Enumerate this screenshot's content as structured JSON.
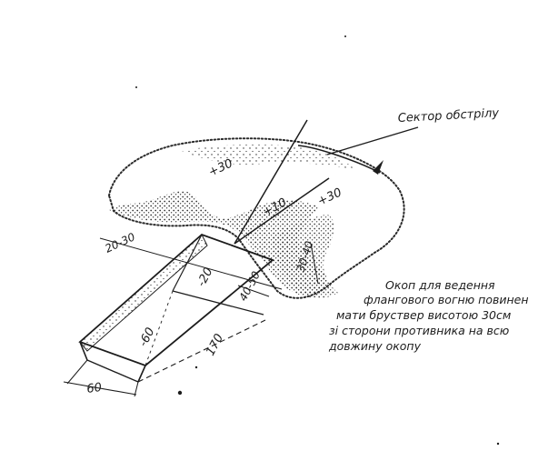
{
  "sector_label": "Сектор обстрілу",
  "caption": {
    "line1": "Окоп для ведення",
    "line2": "флангового вогню повинен",
    "line3": "мати бруствер висотою 30см",
    "line4": "зі сторони противника на всю",
    "line5": "довжину окопу"
  },
  "dims": {
    "plus30_left": "+30",
    "plus10": "+10",
    "plus30_right": "+30",
    "d20_30": "20-30",
    "d30_40": "30-40",
    "m20": "-20",
    "d40_50": "40-50",
    "m60": "-60",
    "d170": "170",
    "d60": "60"
  },
  "colors": {
    "ink": "#1c1c1c",
    "stipple": "#2a2a2a",
    "background": "#ffffff"
  }
}
